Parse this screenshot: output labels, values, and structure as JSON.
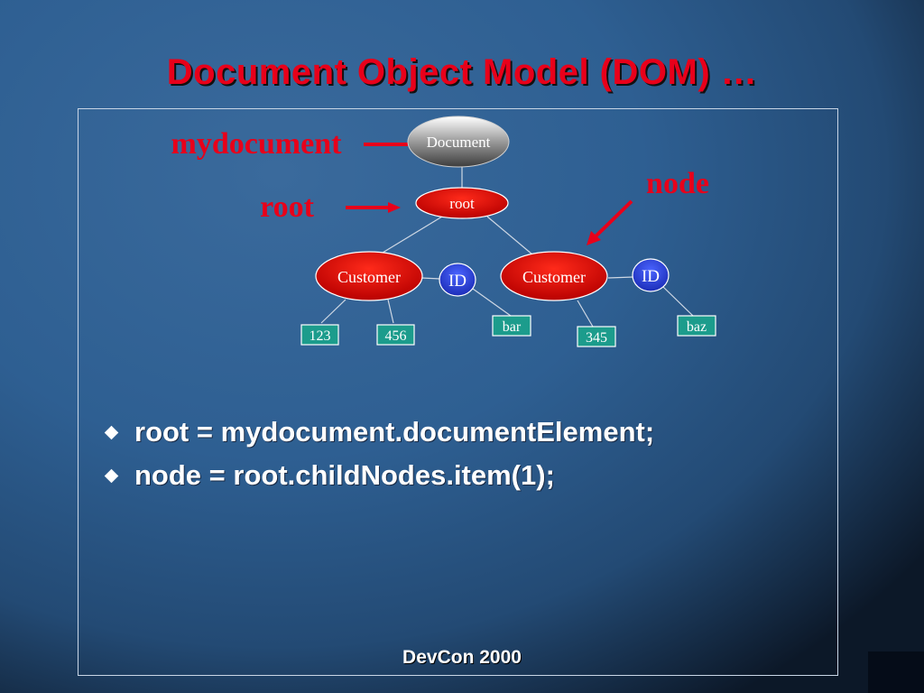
{
  "slide": {
    "title": "Document Object Model (DOM) …",
    "footer": "DevCon 2000"
  },
  "diagram": {
    "labels": {
      "mydocument": "mydocument",
      "root": "root",
      "node": "node"
    },
    "nodes": {
      "document": "Document",
      "root": "root",
      "customer1": "Customer",
      "customer2": "Customer",
      "id1": "ID",
      "id2": "ID",
      "value_123": "123",
      "value_456": "456",
      "value_bar": "bar",
      "value_345": "345",
      "value_baz": "baz"
    },
    "colors": {
      "label_red": "#e8001a",
      "element_red": "#dd0000",
      "attribute_blue": "#2a3fd0",
      "text_teal": "#1c9c8c",
      "connector": "#cfd8e4"
    }
  },
  "bullets": [
    "root = mydocument.documentElement;",
    "node = root.childNodes.item(1);"
  ]
}
